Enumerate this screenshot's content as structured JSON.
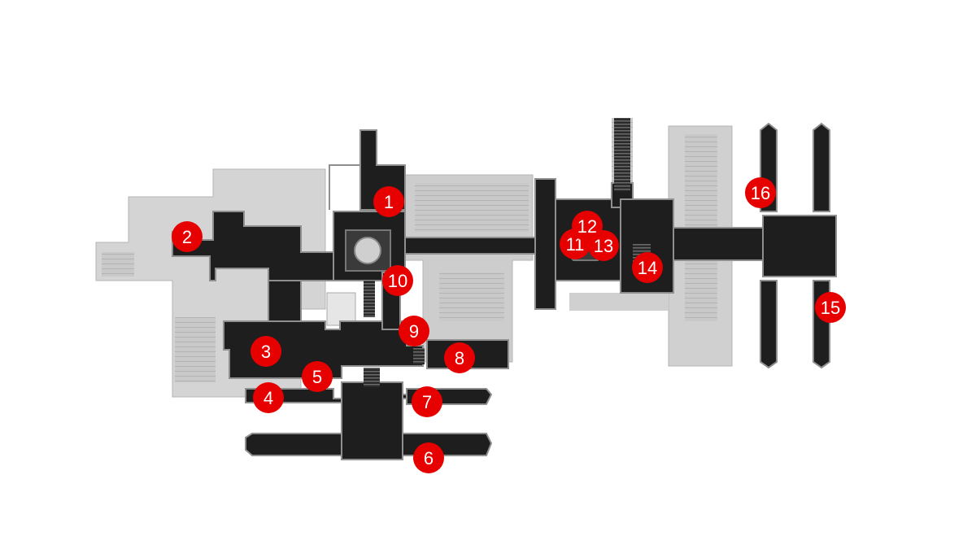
{
  "map": {
    "colors": {
      "background": "#ffffff",
      "outer_area": "#cfcfcf",
      "outer_area_dark": "#b9b9b9",
      "playable_area": "#1e1e1e",
      "wall_border": "#9a9a9a",
      "stairs": "#555555",
      "marker_fill": "#e60000",
      "marker_text": "#ffffff"
    },
    "markers": [
      {
        "id": 1,
        "label": "1"
      },
      {
        "id": 2,
        "label": "2"
      },
      {
        "id": 3,
        "label": "3"
      },
      {
        "id": 4,
        "label": "4"
      },
      {
        "id": 5,
        "label": "5"
      },
      {
        "id": 6,
        "label": "6"
      },
      {
        "id": 7,
        "label": "7"
      },
      {
        "id": 8,
        "label": "8"
      },
      {
        "id": 9,
        "label": "9"
      },
      {
        "id": 10,
        "label": "10"
      },
      {
        "id": 11,
        "label": "11"
      },
      {
        "id": 12,
        "label": "12"
      },
      {
        "id": 13,
        "label": "13"
      },
      {
        "id": 14,
        "label": "14"
      },
      {
        "id": 15,
        "label": "15"
      },
      {
        "id": 16,
        "label": "16"
      }
    ]
  }
}
